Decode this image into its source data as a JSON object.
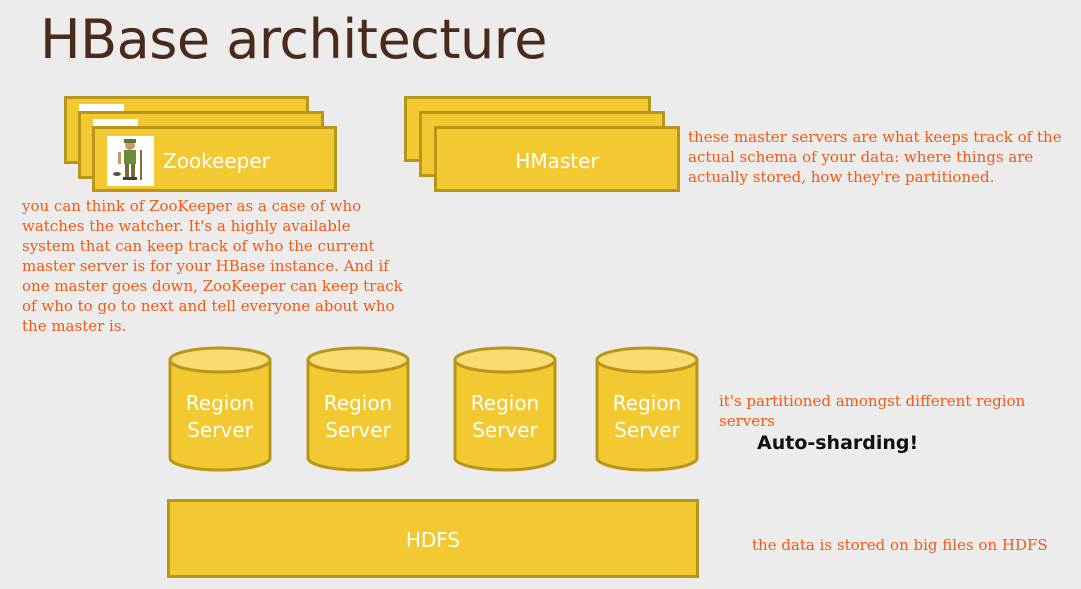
{
  "title": "HBase architecture",
  "zookeeper": {
    "label": "Zookeeper",
    "note": "you can think of ZooKeeper as a case of who watches the watcher. It's a highly available system that can keep track of who the current master server is for your HBase instance. And if one master goes down, ZooKeeper can keep track of who to go to next and tell everyone about who the master is.",
    "icon": "zookeeper-keeper-icon"
  },
  "hmaster": {
    "label": "HMaster",
    "note": "these master servers are what keeps track of the actual schema of your data: where things are actually stored, how they're partitioned."
  },
  "region_servers": [
    {
      "line1": "Region",
      "line2": "Server"
    },
    {
      "line1": "Region",
      "line2": "Server"
    },
    {
      "line1": "Region",
      "line2": "Server"
    },
    {
      "line1": "Region",
      "line2": "Server"
    }
  ],
  "region_note": "it's partitioned amongst different region servers",
  "auto_sharding": "Auto-sharding!",
  "hdfs": {
    "label": "HDFS",
    "note": "the data is stored on big files on HDFS"
  },
  "colors": {
    "box_fill": "#f2c931",
    "box_border": "#b8961a",
    "note_text": "#f05a14",
    "title_text": "#4a2a1a",
    "background": "#ececec"
  }
}
